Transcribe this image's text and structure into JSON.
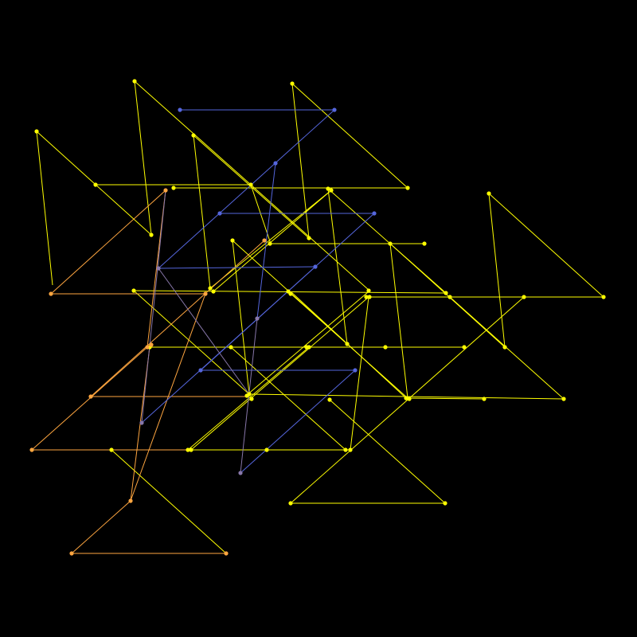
{
  "background_color": "#000000",
  "colors": {
    "yellow": "#ffff00",
    "orange": "#ffa640",
    "blue": "#5566dd",
    "blue_orange_mix": "#8877aa"
  },
  "figure": {
    "type": "wireframe-line-drawing",
    "label_text": "",
    "color_legend": [
      {
        "color": "yellow",
        "meaning": ""
      },
      {
        "color": "orange",
        "meaning": ""
      },
      {
        "color": "blue",
        "meaning": ""
      }
    ]
  }
}
